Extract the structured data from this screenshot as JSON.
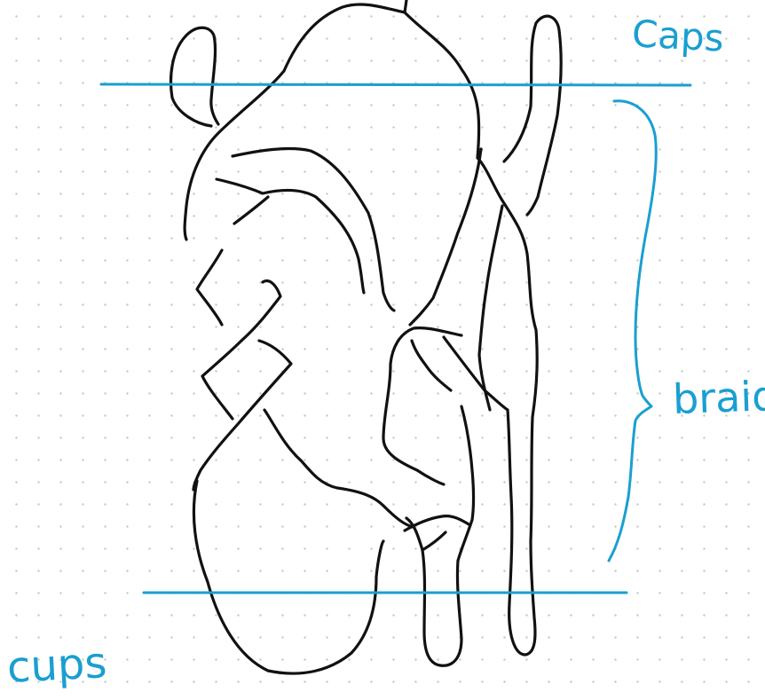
{
  "colors": {
    "ink": "#111111",
    "annotation": "#1a9fd0",
    "background": "#ffffff",
    "dot_grid": "#c9c9c9"
  },
  "labels": {
    "top": "Caps",
    "middle": "braid",
    "bottom": "cups"
  }
}
